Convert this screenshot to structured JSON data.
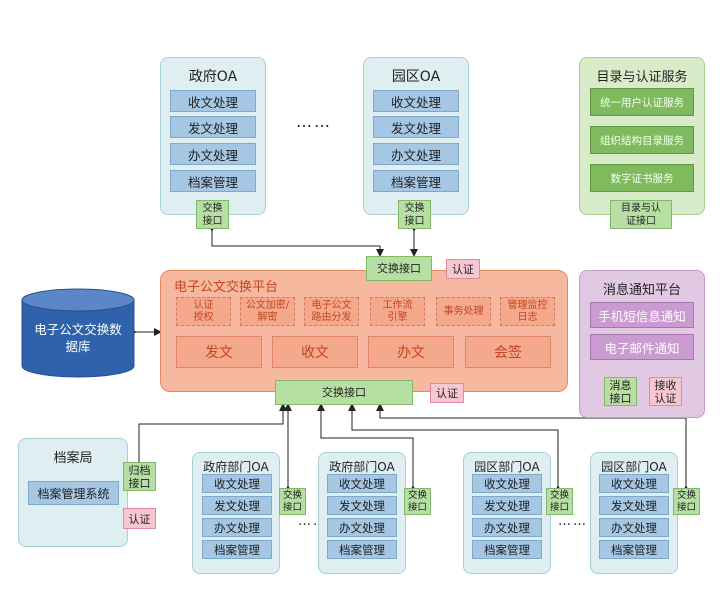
{
  "gov_oa": {
    "title": "政府OA",
    "rows": [
      "收文处理",
      "发文处理",
      "办文处理",
      "档案管理"
    ],
    "port": "交换接口"
  },
  "park_oa": {
    "title": "园区OA",
    "rows": [
      "收文处理",
      "发文处理",
      "办文处理",
      "档案管理"
    ],
    "port": "交换接口"
  },
  "top_ellipsis": "……",
  "directory": {
    "title": "目录与认证服务",
    "rows": [
      "统一用户认证服务",
      "组织结构目录服务",
      "数字证书服务"
    ],
    "port": "目录与认证接口"
  },
  "platform": {
    "title": "电子公文交换平台",
    "top_port": "交换接口",
    "top_auth": "认证",
    "bottom_port": "交换接口",
    "bottom_auth": "认证",
    "small_modules": [
      "认证授权",
      "公文加密/解密",
      "电子公文路由分发",
      "工作流引擎",
      "事务处理",
      "管理监控日志"
    ],
    "large_modules": [
      "发文",
      "收文",
      "办文",
      "会签"
    ]
  },
  "database": {
    "label": "电子公文交换数据库"
  },
  "message": {
    "title": "消息通知平台",
    "rows": [
      "手机短信息通知",
      "电子邮件通知"
    ],
    "port": "消息接口",
    "auth": "接收认证"
  },
  "archive": {
    "title": "档案局",
    "system": "档案管理系统",
    "port": "归档接口",
    "auth": "认证"
  },
  "departments": [
    {
      "title": "政府部门OA",
      "rows": [
        "收文处理",
        "发文处理",
        "办文处理",
        "档案管理"
      ],
      "port": "交换接口"
    },
    {
      "title": "政府部门OA",
      "rows": [
        "收文处理",
        "发文处理",
        "办文处理",
        "档案管理"
      ],
      "port": "交换接口"
    },
    {
      "title": "园区部门OA",
      "rows": [
        "收文处理",
        "发文处理",
        "办文处理",
        "档案管理"
      ],
      "port": "交换接口"
    },
    {
      "title": "园区部门OA",
      "rows": [
        "收文处理",
        "发文处理",
        "办文处理",
        "档案管理"
      ],
      "port": "交换接口"
    }
  ],
  "bottom_ellipsis": "……"
}
